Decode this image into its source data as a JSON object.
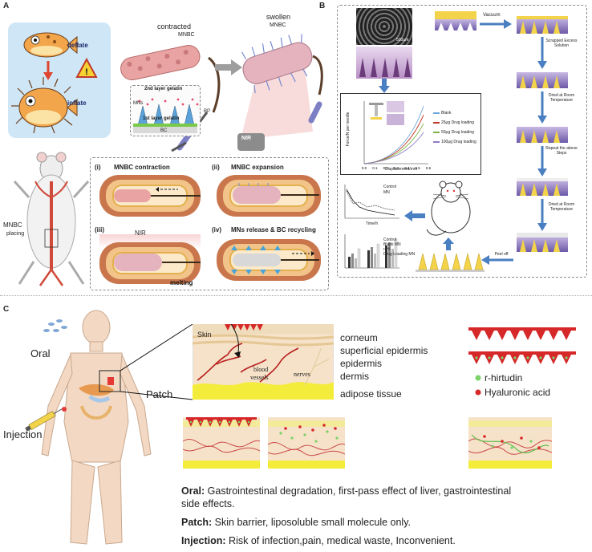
{
  "panel_a": {
    "label": "A",
    "fish_deflate": "deflate",
    "fish_inflate": "inflate",
    "contracted_title": "contracted",
    "contracted_sub": "MNBC",
    "swollen_title": "swollen",
    "swollen_sub": "MNBC",
    "nir": "NIR",
    "inset_layer2": "2nd layer gelatin",
    "inset_mns": "MNs",
    "inset_layer1": "1st layer gelatin",
    "inset_bc": "BC",
    "inset_bp": "BP",
    "mnbc_placing": "MNBC",
    "placing": "placing",
    "steps": [
      {
        "num": "(i)",
        "text": "MNBC  contraction"
      },
      {
        "num": "(ii)",
        "text": "MNBC expansion"
      },
      {
        "num": "(iii)",
        "text": "NIR"
      },
      {
        "num": "(iv)",
        "text": "MNs release & BC recycling"
      }
    ],
    "melting": "melting"
  },
  "panel_b": {
    "label": "B",
    "sem_scale": "500μm",
    "vacuum": "Vacuum",
    "scrapped": "Scrapped Excess Solution",
    "dried1": "Dried at Room Temperature",
    "repeat": "Repeat the above Steps",
    "dried2": "Dried at Room Temperature",
    "peel": "Peel off",
    "graph_ylabel": "Force/N per needle",
    "graph_xlabel": "Displacement/mm",
    "graph_xticks": [
      "0.0",
      "0.1",
      "0.2",
      "0.3",
      "0.4",
      "0.5",
      "0.6"
    ],
    "legend": [
      {
        "name": "Blank",
        "color": "#6fa8dc"
      },
      {
        "name": "25μg Drug loading",
        "color": "#c0392b"
      },
      {
        "name": "50μg Drug loading",
        "color": "#7cb342"
      },
      {
        "name": "100μg Drug loading",
        "color": "#8e7cc3"
      }
    ],
    "small_legend1": [
      "Control",
      "MN"
    ],
    "small_xlabel": "Time/h",
    "small_legend2": [
      "Control",
      "Blank MN",
      "r-Hi",
      "Drug Loading MN"
    ]
  },
  "panel_c": {
    "label": "C",
    "oral": "Oral",
    "injection": "Injection",
    "patch": "Patch",
    "skin": "Skin",
    "blood": "blood",
    "vessels": "vessels",
    "nerves": "nerves",
    "layers": [
      "corneum",
      "superficial epidermis",
      "epidermis",
      "dermis",
      "adipose tissue"
    ],
    "legend_hirudin": "r-hirtudin",
    "legend_ha": "Hyaluronic acid",
    "oral_title": "Oral:",
    "oral_text": " Gastrointestinal degradation, first-pass effect of liver, gastrointestinal",
    "oral_text2": "side effects.",
    "patch_title": "Patch:",
    "patch_text": " Skin barrier, liposoluble small molecule only.",
    "injection_title": "Injection:",
    "injection_text": " Risk of infection,pain, medical waste, Inconvenient."
  }
}
